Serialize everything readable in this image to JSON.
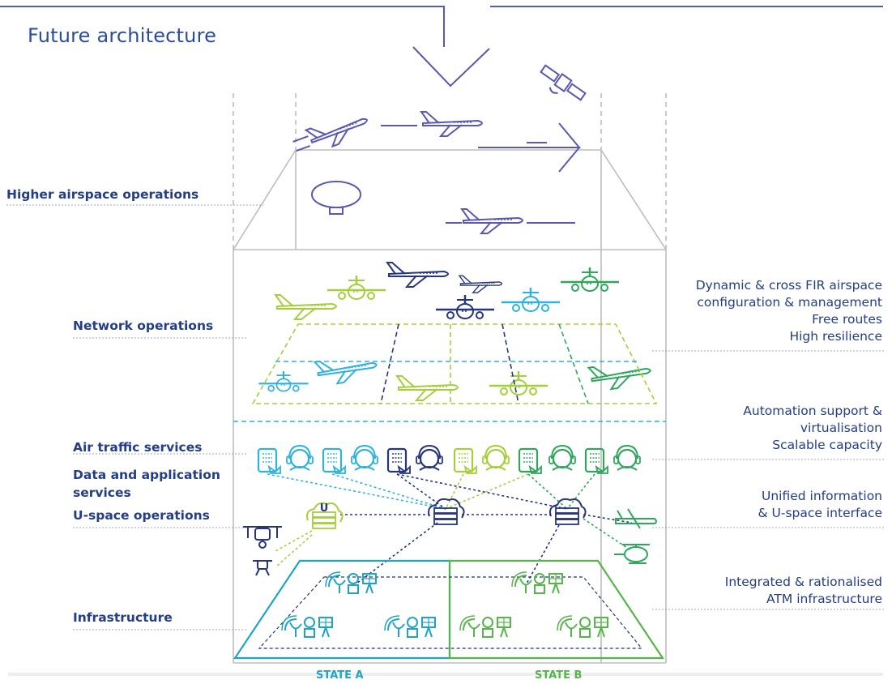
{
  "title": "Future architecture",
  "layers": {
    "higher_airspace": "Higher airspace operations",
    "network": "Network operations",
    "air_traffic": "Air traffic services",
    "data_app_1": "Data and application",
    "data_app_2": "services",
    "uspace": "U-space operations",
    "infrastructure": "Infrastructure"
  },
  "benefits": {
    "network": [
      "Dynamic & cross FIR airspace",
      "configuration & management",
      "Free routes",
      "High resilience"
    ],
    "automation": [
      "Automation support &",
      "virtualisation",
      "Scalable capacity"
    ],
    "unified": [
      "Unified information",
      "& U-space interface"
    ],
    "integrated": [
      "Integrated & rationalised",
      "ATM infrastructure"
    ]
  },
  "states": {
    "a": "STATE A",
    "b": "STATE B"
  },
  "uspace_cloud_letter": "U",
  "colors": {
    "title_blue": "#2a4d9e",
    "label_navy": "#233d86",
    "upper_violet": "#5a58b0",
    "lime": "#a5cf3a",
    "cyan": "#2fb2de",
    "green": "#2fa65c",
    "navy": "#27357d",
    "state_a": "#1fa3c7",
    "state_b": "#56b54a",
    "frame_grey": "#bdbdbd"
  }
}
